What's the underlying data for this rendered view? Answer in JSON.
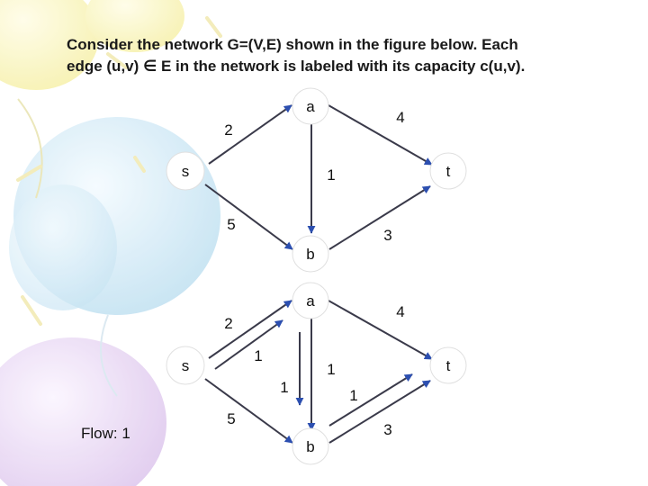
{
  "heading": {
    "line1": "Consider the network G=(V,E) shown in the figure below. Each",
    "line2": "edge (u,v) ∈ E in the network is labeled with its capacity c(u,v)."
  },
  "colors": {
    "node_fill": "#ffffff",
    "text": "#111111",
    "edge": "#3a3a4a",
    "arrowhead": "#2c4fb0",
    "balloon_yellow": "#f6f0a8",
    "balloon_blue": "#cfe7f4",
    "balloon_purple": "#e3cdef"
  },
  "network": {
    "nodes": [
      "s",
      "a",
      "b",
      "t"
    ],
    "edges": [
      {
        "from": "s",
        "to": "a",
        "capacity": "2"
      },
      {
        "from": "a",
        "to": "t",
        "capacity": "4"
      },
      {
        "from": "a",
        "to": "b",
        "capacity": "1"
      },
      {
        "from": "s",
        "to": "b",
        "capacity": "5"
      },
      {
        "from": "b",
        "to": "t",
        "capacity": "3"
      }
    ]
  },
  "flow_graph": {
    "nodes": [
      "s",
      "a",
      "b",
      "t"
    ],
    "edges": [
      {
        "from": "s",
        "to": "a",
        "capacity": "2",
        "flow": "1"
      },
      {
        "from": "a",
        "to": "t",
        "capacity": "4"
      },
      {
        "from": "a",
        "to": "b",
        "capacity": "1",
        "flow": "1"
      },
      {
        "from": "s",
        "to": "b",
        "capacity": "5"
      },
      {
        "from": "b",
        "to": "t",
        "capacity": "3",
        "flow": "1"
      }
    ]
  },
  "flow_label": "Flow: 1"
}
